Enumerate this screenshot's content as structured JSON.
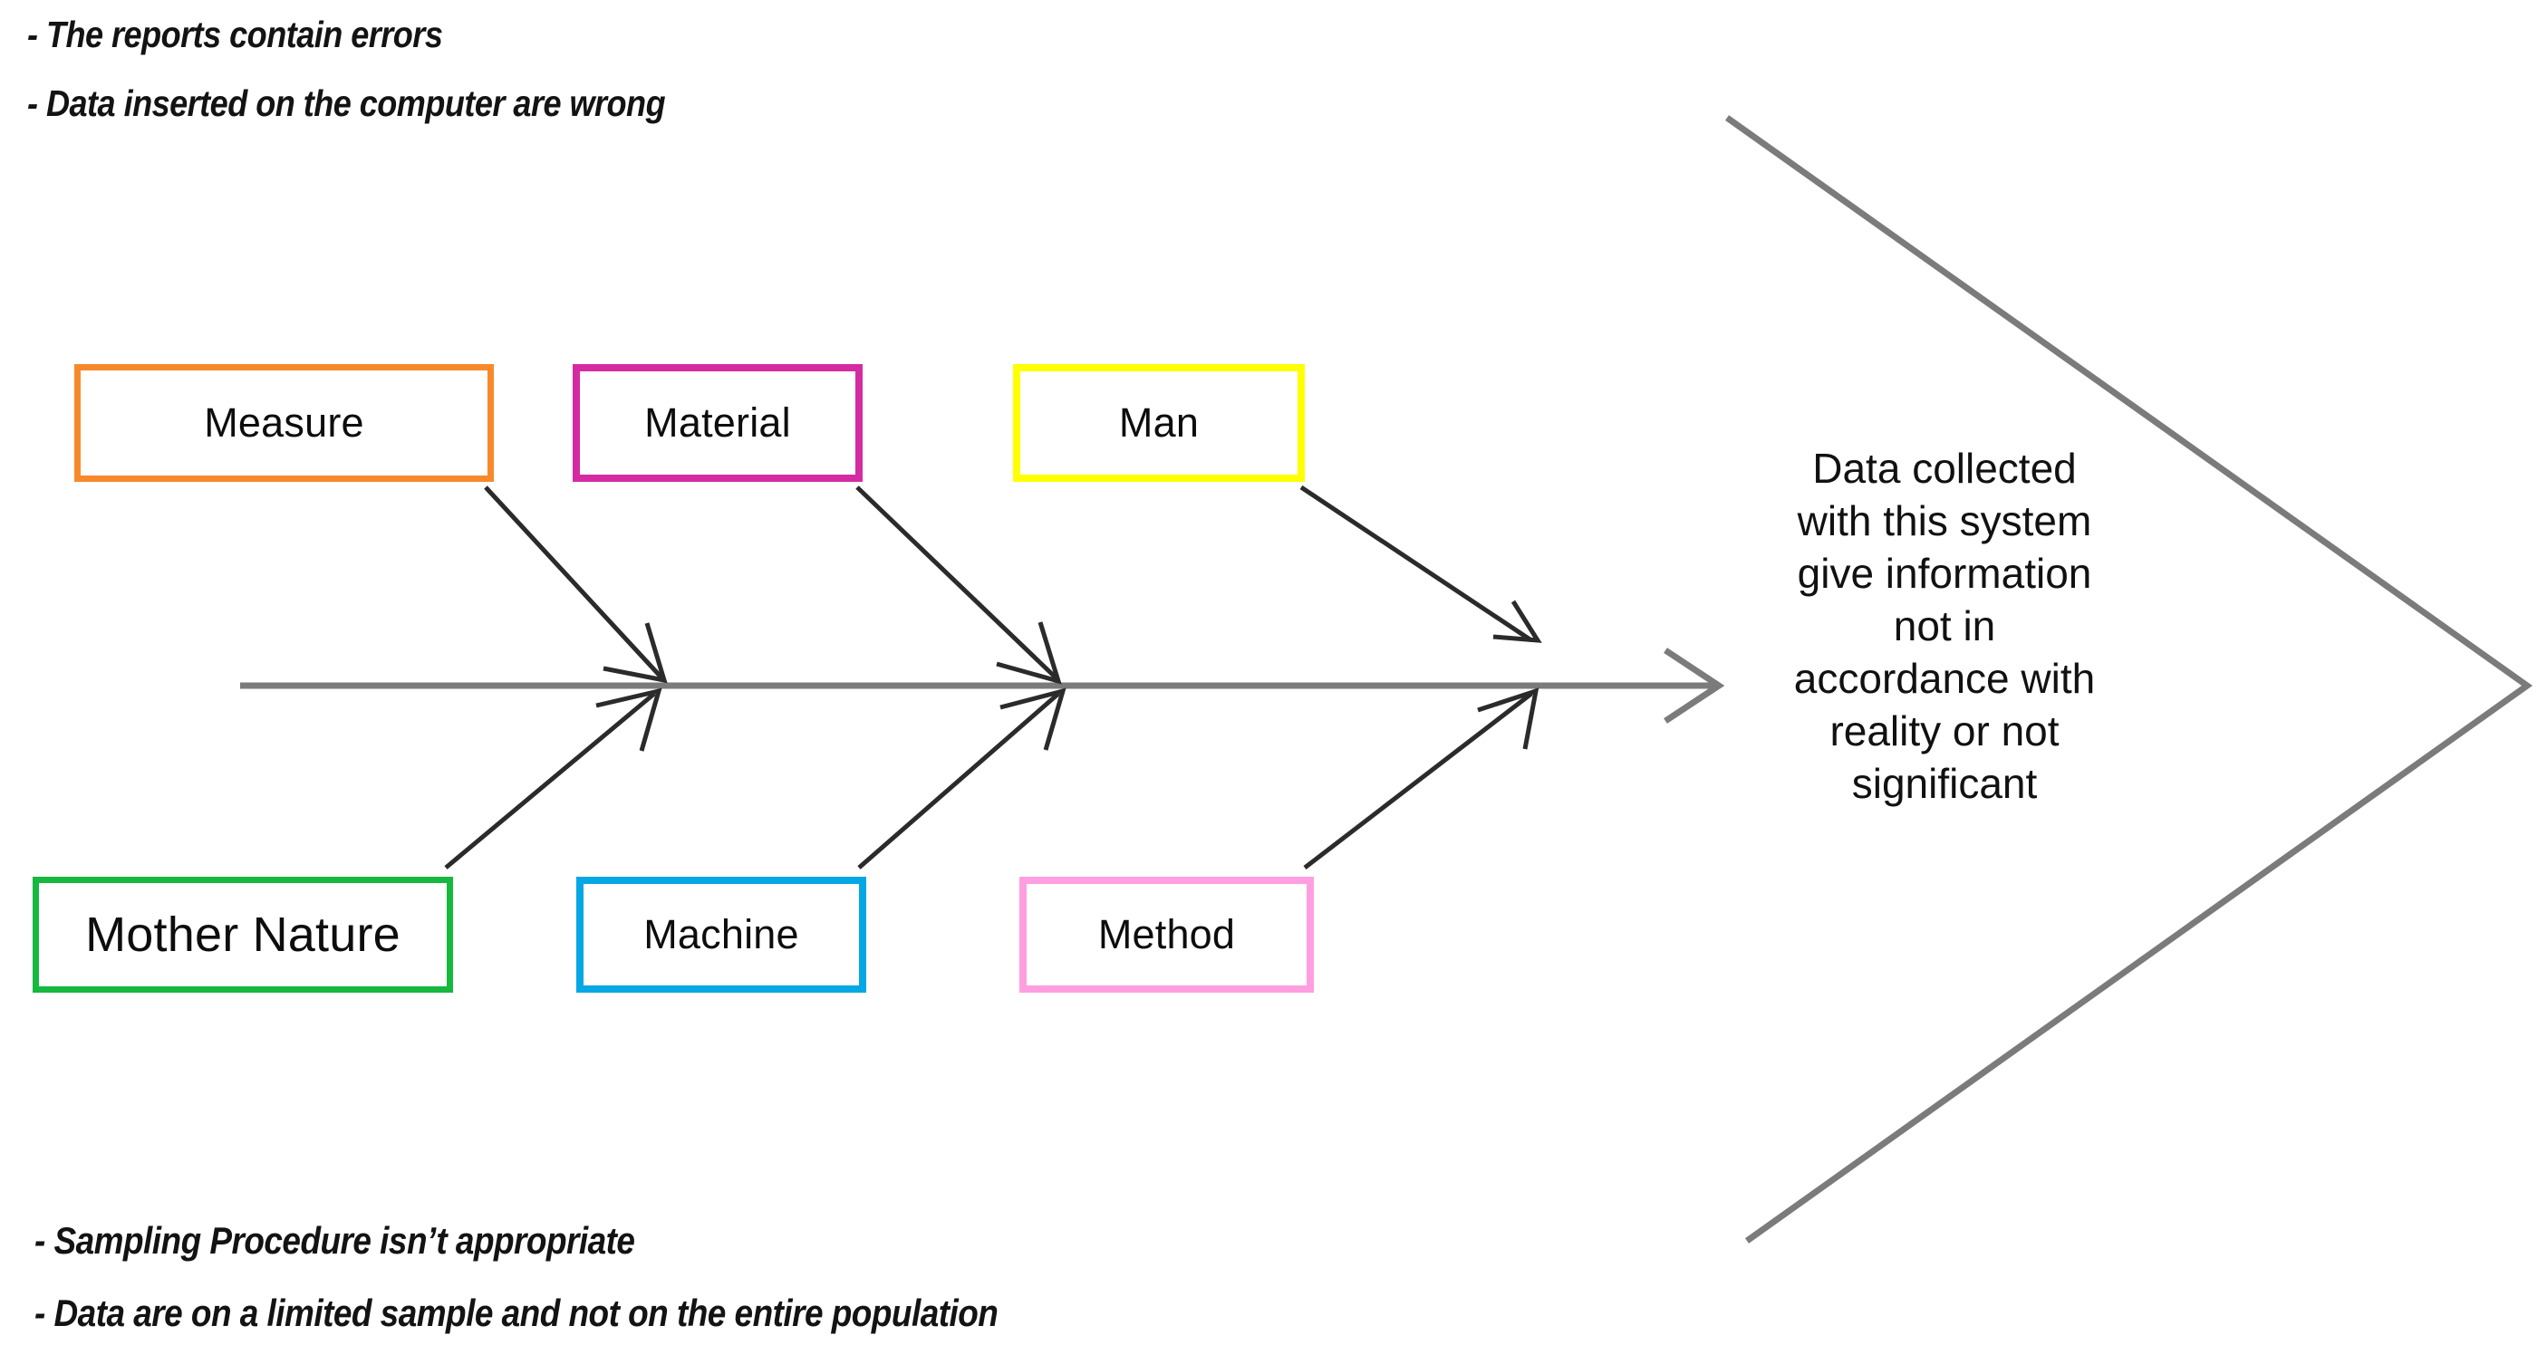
{
  "diagram": {
    "type": "fishbone-ishikawa",
    "title_present": false,
    "spine_color": "#7b7b7b",
    "arrow_color": "#2b2b2b",
    "effect_outline_color": "#7b7b7b"
  },
  "notes_top": {
    "lines": [
      "- The reports contain errors",
      "- Data inserted on the computer are wrong"
    ]
  },
  "notes_bottom": {
    "lines": [
      "- Sampling Procedure isn’t appropriate",
      "- Data are on a limited sample and not on the entire population"
    ]
  },
  "categories": {
    "top_row": [
      {
        "id": "measure",
        "label": "Measure",
        "color": "#f7892b"
      },
      {
        "id": "material",
        "label": "Material",
        "color": "#d42ba3"
      },
      {
        "id": "man",
        "label": "Man",
        "color": "#ffff00"
      }
    ],
    "bottom_row": [
      {
        "id": "mother-nature",
        "label": "Mother Nature",
        "color": "#16b83f"
      },
      {
        "id": "machine",
        "label": "Machine",
        "color": "#06a7e5"
      },
      {
        "id": "method",
        "label": "Method",
        "color": "#ff9ee0"
      }
    ]
  },
  "effect": {
    "text": "Data collected with this system give information not in accordance with reality or not significant",
    "lines": [
      "Data collected",
      "with this system",
      "give information",
      "not in",
      "accordance with",
      "reality or not",
      "significant"
    ]
  }
}
